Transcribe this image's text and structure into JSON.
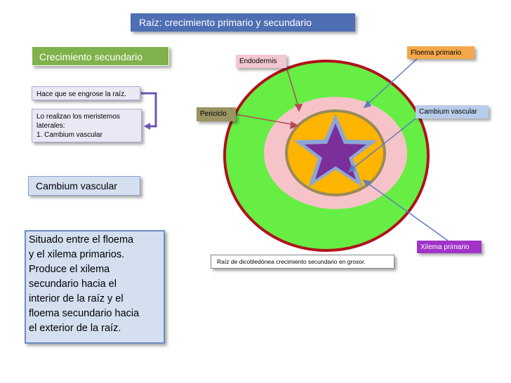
{
  "title": "Raíz: crecimiento primario y secundario",
  "left_panel": {
    "heading": "Crecimiento secundario",
    "box1": "Hace que se engrose la raíz.",
    "box2_line1": "Lo realizan los meristemos",
    "box2_line2": "laterales:",
    "box2_line3": "1.   Cambium vascular",
    "subheading": "Cambium vascular",
    "description": "Situado entre el floema\ny el xilema primarios.\nProduce el xilema\nsecundario hacia el\ninterior de la raíz y el\nfloema secundario hacia\nel exterior de la raíz."
  },
  "labels": {
    "endodermis": "Endodermis",
    "periciclo": "Periciclo",
    "floema_primario": "Floema primario",
    "cambium_vascular": "Cambium vascular",
    "xilema_primario": "Xilema primario",
    "caption": "Raíz de dicotiledónea crecimiento secundario en grosor."
  },
  "colors": {
    "outer_ring": "#66ee44",
    "outer_border": "#b0121c",
    "endodermis_ring": "#f6c4c8",
    "floema": "#ffb400",
    "periciclo_ring": "#9a8a5a",
    "cambium": "#8ea6d6",
    "xilema": "#7a2f9a",
    "arrow": "#b34a5a",
    "bracket": "#6b55b5"
  }
}
